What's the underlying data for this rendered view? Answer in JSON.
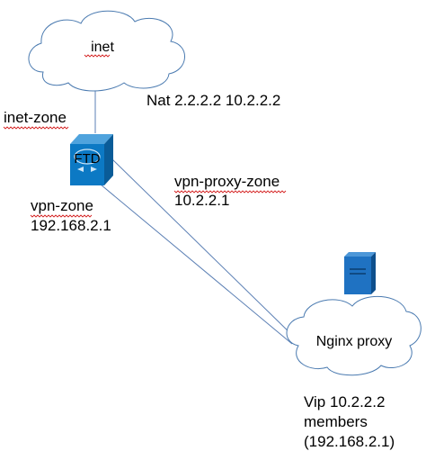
{
  "nodes": {
    "inet_cloud": {
      "label": "inet"
    },
    "firewall": {
      "label": "FTD"
    },
    "nginx_cloud": {
      "label": "Nginx proxy"
    },
    "server": {
      "icon": "server-icon"
    }
  },
  "labels": {
    "nat": "Nat 2.2.2.2 10.2.2.2",
    "inet_zone": "inet-zone",
    "vpn_zone": "vpn-zone",
    "vpn_zone_ip": "192.168.2.1",
    "vpn_proxy_zone": "vpn-proxy-zone",
    "vpn_proxy_zone_ip": "10.2.2.1",
    "vip": "Vip 10.2.2.2",
    "members": "members",
    "members_ip": "(192.168.2.1)"
  },
  "colors": {
    "cloud_stroke": "#4a7ab0",
    "link_line": "#5b7fb4",
    "firewall_fill": "#0c79c4",
    "server_fill": "#1f72c2",
    "spellcheck_underline": "#d42020"
  }
}
